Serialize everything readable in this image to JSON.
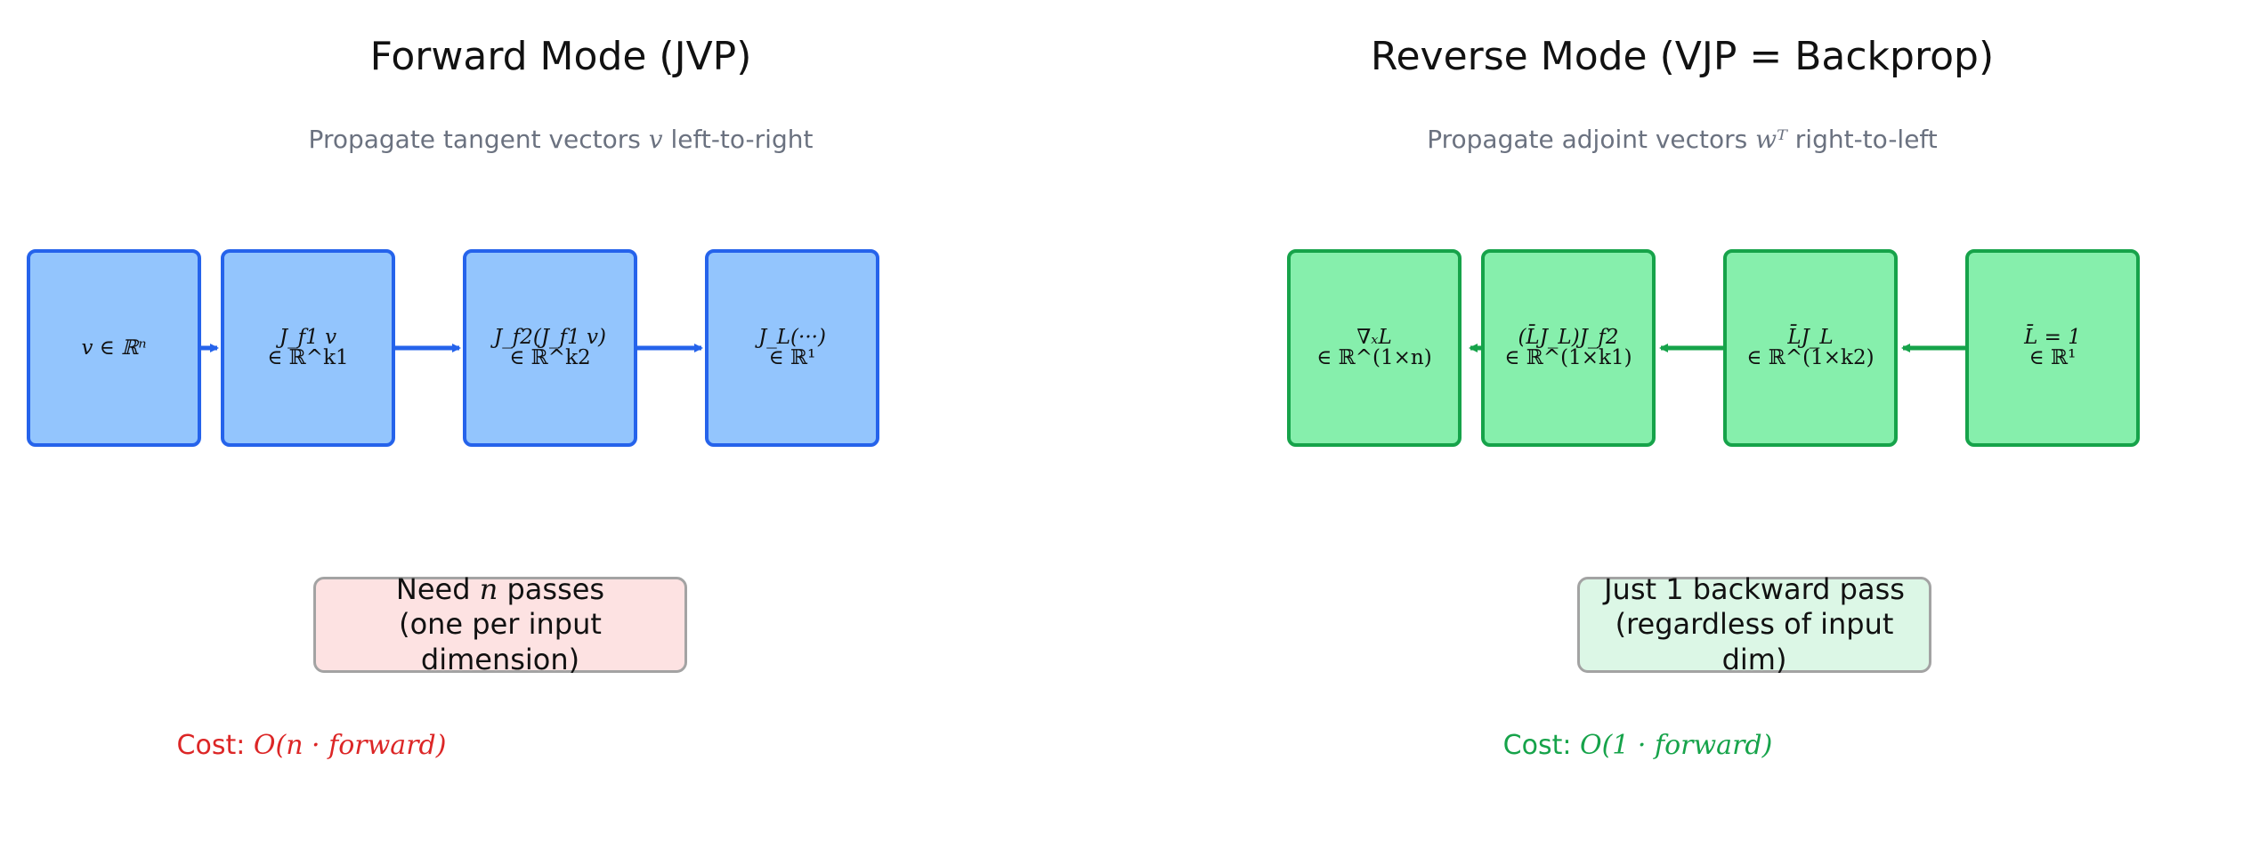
{
  "forward": {
    "title": "Forward Mode (JVP)",
    "subtitle_pre": "Propagate tangent vectors ",
    "subtitle_var": "v",
    "subtitle_post": " left-to-right",
    "boxes": [
      {
        "line1": "v ∈ ℝⁿ",
        "line2": ""
      },
      {
        "line1": "J_f1 v",
        "line2": "∈ ℝ^k1"
      },
      {
        "line1": "J_f2(J_f1 v)",
        "line2": "∈ ℝ^k2"
      },
      {
        "line1": "J_L(···)",
        "line2": "∈ ℝ¹"
      }
    ],
    "note_line1_pre": "Need ",
    "note_line1_var": "n",
    "note_line1_post": " passes",
    "note_line2": "(one per input dimension)",
    "cost_label": "Cost: ",
    "cost_expr": "O(n · forward)",
    "box_color": "#93c5fd",
    "border_color": "#2563eb",
    "cost_color": "#dc2626"
  },
  "reverse": {
    "title": "Reverse Mode (VJP = Backprop)",
    "subtitle_pre": "Propagate adjoint vectors ",
    "subtitle_var": "wᵀ",
    "subtitle_post": " right-to-left",
    "boxes": [
      {
        "line1": "∇ₓL",
        "line2": "∈ ℝ^(1×n)"
      },
      {
        "line1": "(L̄J_L)J_f2",
        "line2": "∈ ℝ^(1×k1)"
      },
      {
        "line1": "L̄J_L",
        "line2": "∈ ℝ^(1×k2)"
      },
      {
        "line1": "L̄ = 1",
        "line2": "∈ ℝ¹"
      }
    ],
    "note_line1": "Just 1 backward pass",
    "note_line2": "(regardless of input dim)",
    "cost_label": "Cost: ",
    "cost_expr": "O(1 · forward)",
    "box_color": "#86efac",
    "border_color": "#16a34a",
    "cost_color": "#16a34a"
  }
}
